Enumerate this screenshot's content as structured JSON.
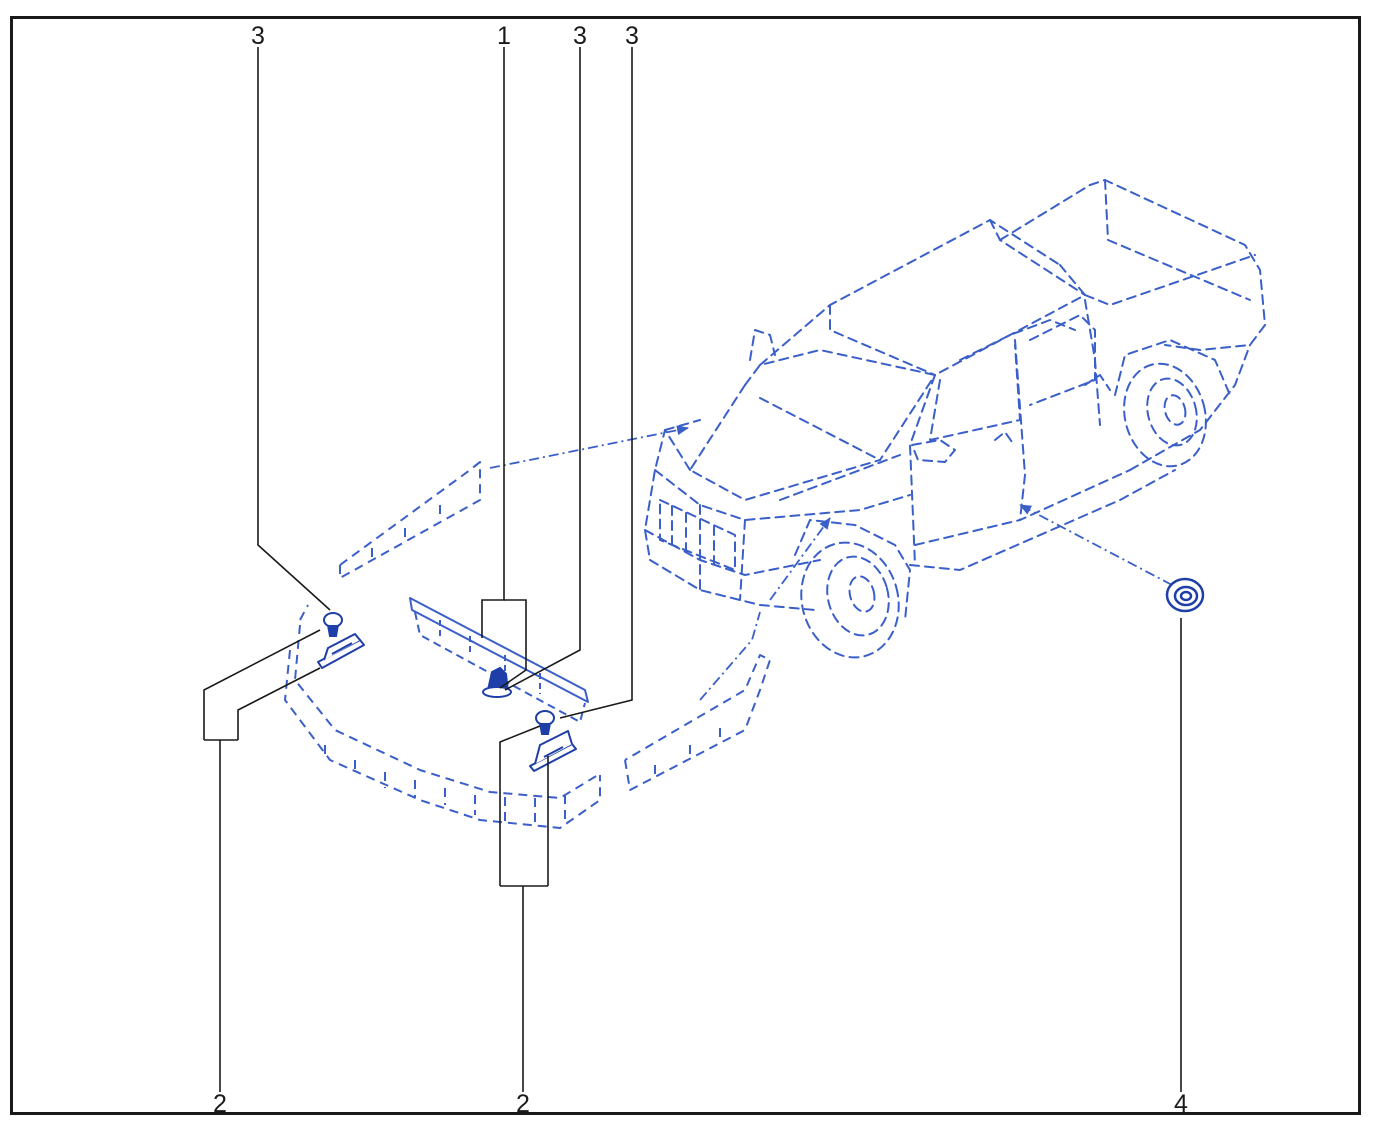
{
  "colors": {
    "line": "#3a5fc8",
    "part_fill": "#ffffff",
    "part_dark": "#1f3fa8",
    "leader": "#1a1a1a",
    "frame": "#1a1a1a"
  },
  "callouts": [
    {
      "id": "c3a",
      "label": "3"
    },
    {
      "id": "c1",
      "label": "1"
    },
    {
      "id": "c3b",
      "label": "3"
    },
    {
      "id": "c3c",
      "label": "3"
    },
    {
      "id": "c2a",
      "label": "2"
    },
    {
      "id": "c2b",
      "label": "2"
    },
    {
      "id": "c4",
      "label": "4"
    }
  ]
}
